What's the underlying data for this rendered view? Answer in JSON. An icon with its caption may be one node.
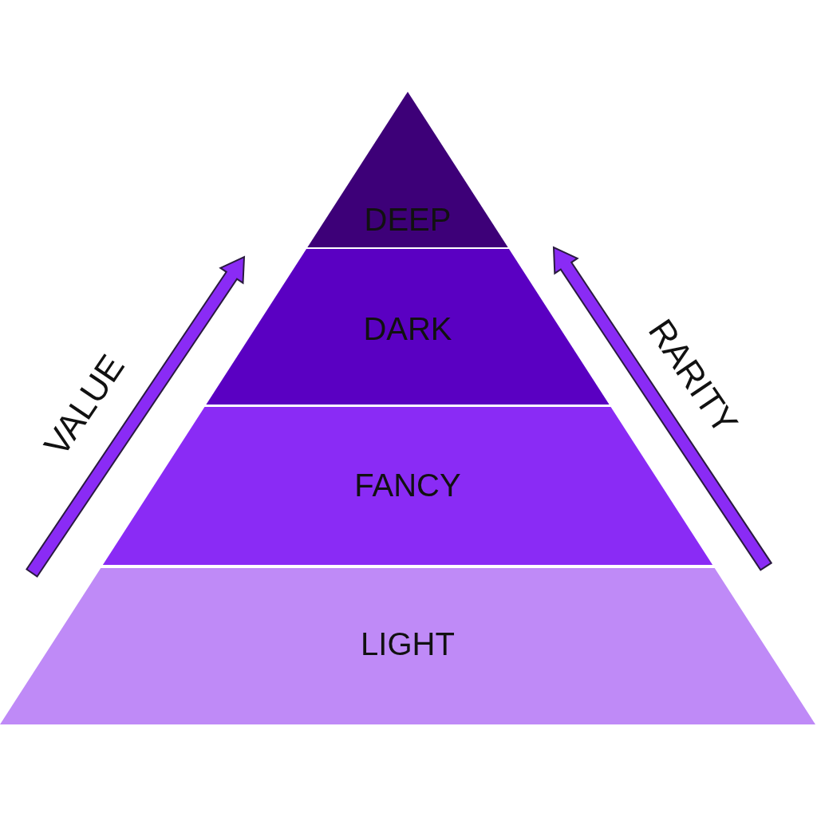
{
  "diagram": {
    "nodes": [
      {
        "text": [
          "DEEP"
        ]
      },
      {
        "text": [
          "DARK"
        ]
      },
      {
        "text": [
          "FANCY"
        ]
      },
      {
        "text": [
          "LIGHT"
        ]
      }
    ],
    "labels": [
      "VALUE",
      "RARITY"
    ]
  }
}
